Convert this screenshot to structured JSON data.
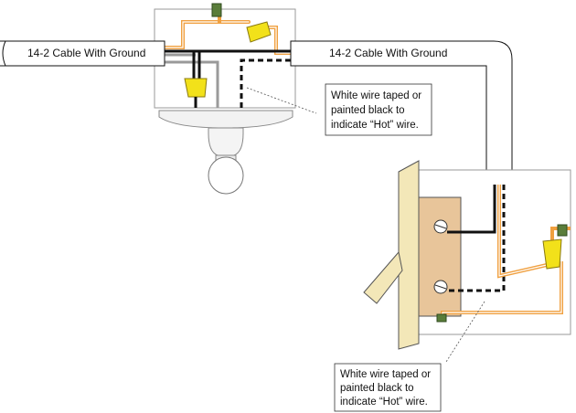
{
  "labels": {
    "cable_left": "14-2 Cable With Ground",
    "cable_right": "14-2 Cable With Ground"
  },
  "notes": {
    "top": [
      "White wire taped or",
      "painted black to",
      "indicate “Hot” wire."
    ],
    "bottom": [
      "White wire taped or",
      "painted black to",
      "indicate “Hot” wire."
    ]
  },
  "colors": {
    "hot_wire": "#111111",
    "neutral_wire": "#9a9a9a",
    "ground_wire": "#f0a040",
    "wire_nut": "#f2e11a",
    "switch_plate": "#f3e7b8",
    "switch_body": "#e8c59a",
    "box_outline": "#9a9a9a"
  }
}
